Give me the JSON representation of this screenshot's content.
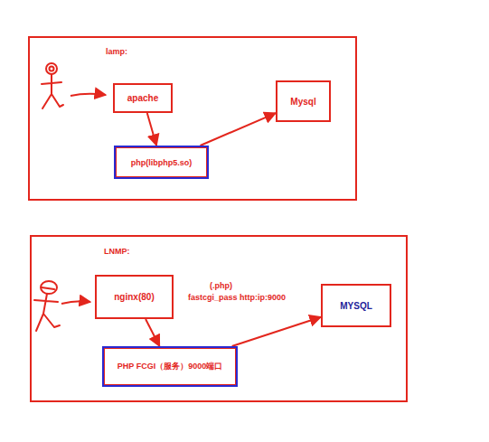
{
  "diagram": {
    "nodes": [
      {
        "text": [
          "lamp:"
        ]
      },
      {
        "text": [
          "apache"
        ],
        "in": 0
      },
      {
        "text": [
          "php(libphp5.so)"
        ],
        "in": 0
      },
      {
        "text": [
          "Mysql"
        ],
        "in": 0
      },
      {
        "text": [
          "LNMP:"
        ]
      },
      {
        "text": [
          "nginx(80)"
        ],
        "in": 4
      },
      {
        "text": [
          "PHP FCGI（服务）9000端口"
        ],
        "in": 4
      },
      {
        "text": [
          "MYSQL"
        ],
        "in": 4
      }
    ],
    "edges": [
      {
        "from": 1,
        "to": 2,
        "arrow": "to"
      },
      {
        "from": 2,
        "to": 3,
        "arrow": "to"
      },
      {
        "from": 5,
        "to": 6,
        "arrow": "to"
      },
      {
        "from": 6,
        "to": 7,
        "arrow": "to"
      }
    ],
    "labels": [
      "(.php)",
      "fastcgi_pass http:ip:9000"
    ]
  }
}
